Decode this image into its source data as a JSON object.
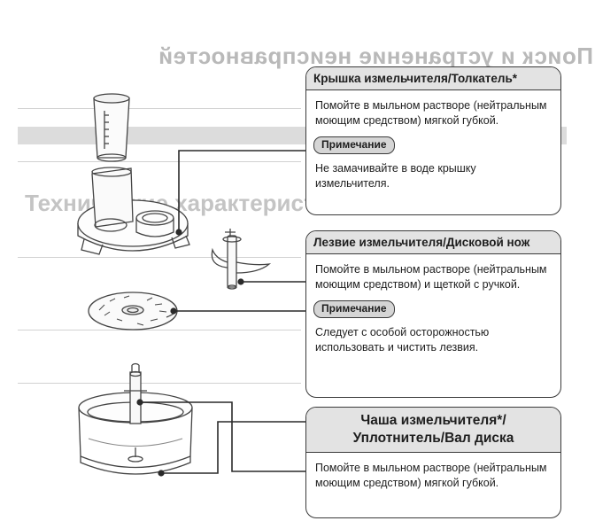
{
  "background": {
    "heading_top": "Поиск и устранение неисправностей",
    "heading_middle": "Технические характеристики"
  },
  "sections": [
    {
      "title": "Крышка измельчителя/Толкатель*",
      "text": "Помойте в мыльном растворе (нейтральным моющим средством) мягкой губкой.",
      "note_label": "Примечание",
      "note_text": "Не замачивайте в воде крышку измельчителя."
    },
    {
      "title": "Лезвие измельчителя/Дисковой нож",
      "text": "Помойте в мыльном растворе (нейтральным моющим средством) и щеткой с ручкой.",
      "note_label": "Примечание",
      "note_text": "Следует с особой осторожностью использовать и чистить лезвия."
    },
    {
      "title_line1": "Чаша измельчителя*/",
      "title_line2": "Уплотнитель/Вал диска",
      "text": "Помойте в мыльном растворе (нейтральным моющим средством) мягкой губкой."
    }
  ],
  "colors": {
    "title_band": "#e3e3e3",
    "note_badge": "#d5d5d5",
    "frame": "#3a3a3a"
  }
}
